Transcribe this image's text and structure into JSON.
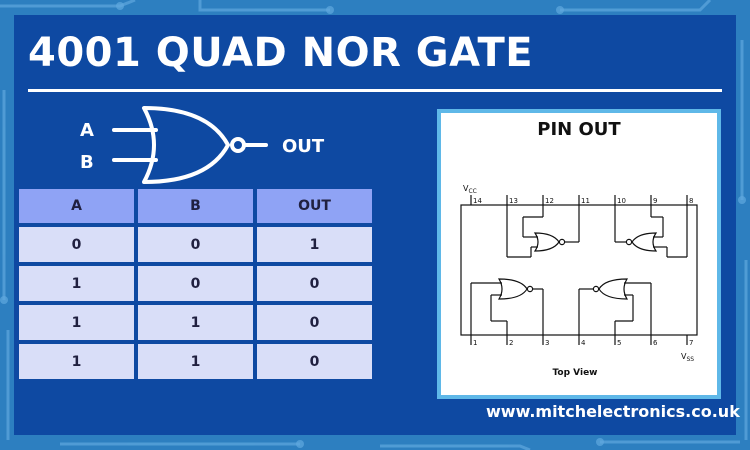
{
  "title": "4001 QUAD NOR GATE",
  "gate_symbol": {
    "input_a": "A",
    "input_b": "B",
    "output": "OUT"
  },
  "truth_table": {
    "headers": [
      "A",
      "B",
      "OUT"
    ],
    "rows": [
      [
        "0",
        "0",
        "1"
      ],
      [
        "1",
        "0",
        "0"
      ],
      [
        "1",
        "1",
        "0"
      ],
      [
        "1",
        "1",
        "0"
      ]
    ]
  },
  "pinout": {
    "title": "PIN OUT",
    "caption": "Top View",
    "vcc_label": "V",
    "vcc_sub": "CC",
    "vss_label": "V",
    "vss_sub": "SS",
    "top_pins": [
      "14",
      "13",
      "12",
      "11",
      "10",
      "9",
      "8"
    ],
    "bottom_pins": [
      "1",
      "2",
      "3",
      "4",
      "5",
      "6",
      "7"
    ]
  },
  "website": "www.mitchelectronics.co.uk",
  "colors": {
    "background": "#2d7fc0",
    "panel": "#0e49a2",
    "table_header": "#8fa3f5",
    "table_cell": "#d9def8",
    "pinout_border": "#5fb8e8"
  }
}
